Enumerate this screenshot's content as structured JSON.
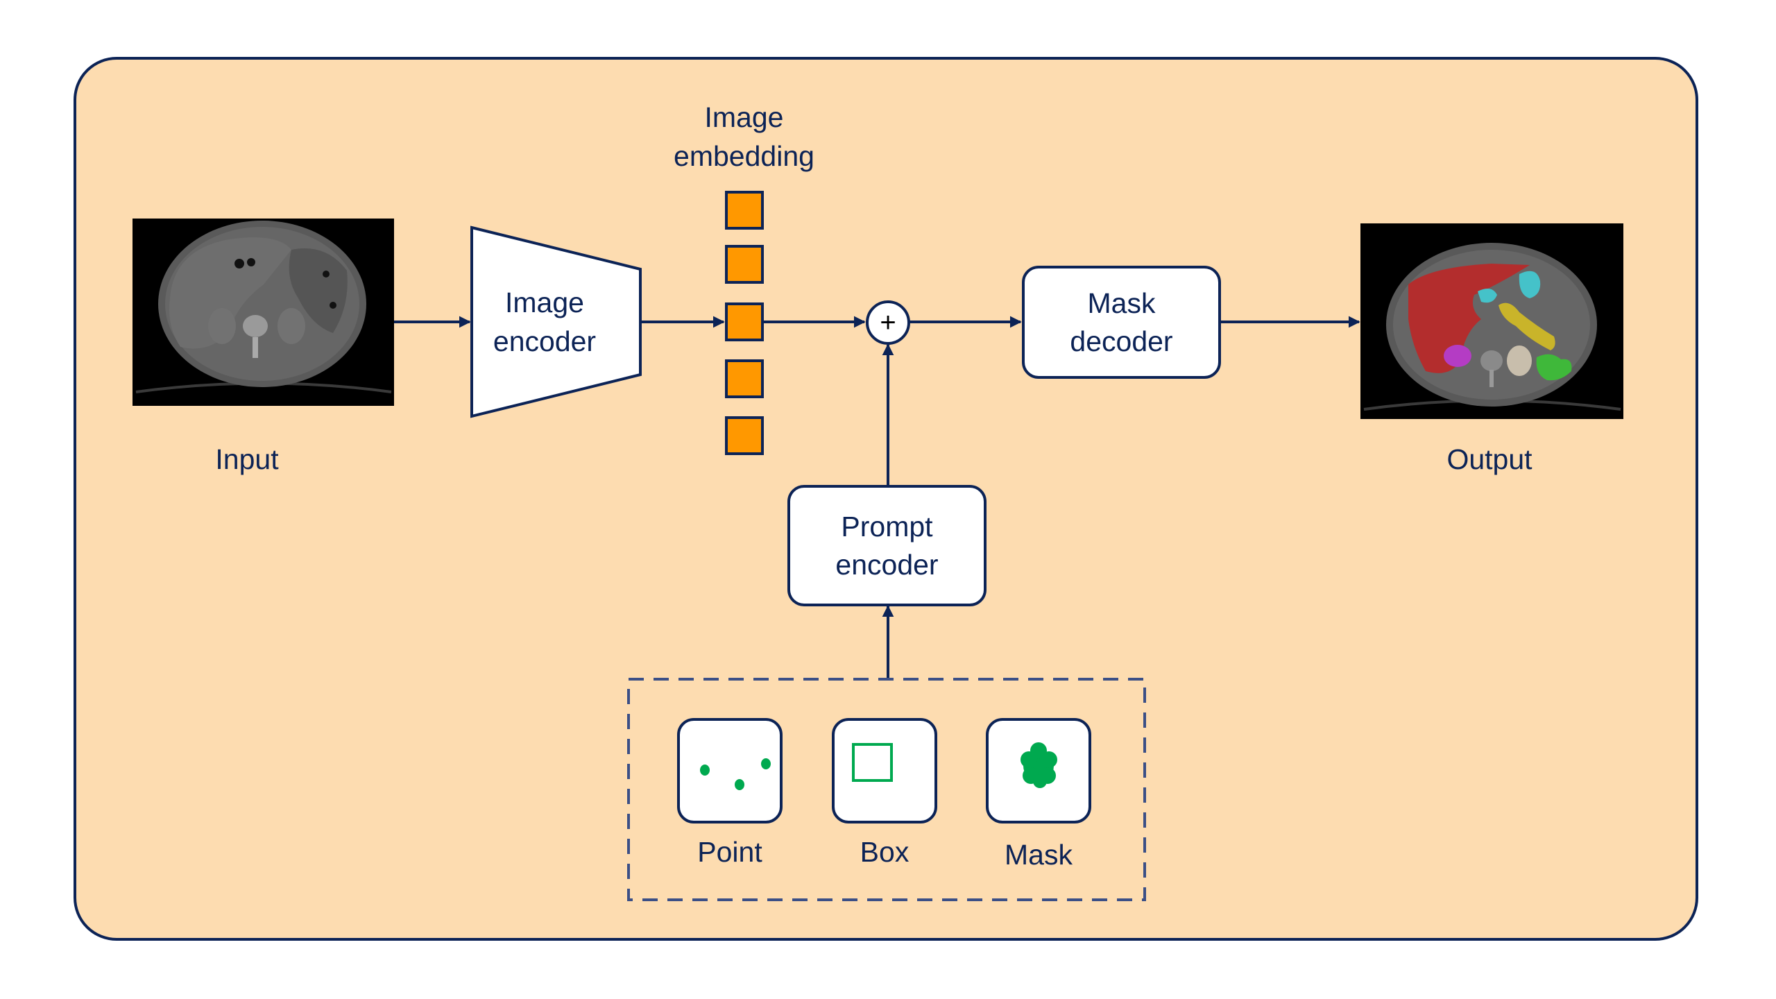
{
  "colors": {
    "frame_bg": "#fddcb0",
    "stroke": "#0c2356",
    "embedding": "#ff9800",
    "prompt_green": "#00a94f",
    "dashed": "#3b4f86"
  },
  "input": {
    "label": "Input",
    "image": "ct-scan-grayscale"
  },
  "image_encoder": {
    "line1": "Image",
    "line2": "encoder"
  },
  "image_embedding": {
    "line1": "Image",
    "line2": "embedding",
    "token_count": 5
  },
  "combine": {
    "symbol": "+"
  },
  "mask_decoder": {
    "line1": "Mask",
    "line2": "decoder"
  },
  "output": {
    "label": "Output",
    "image": "ct-scan-segmented",
    "segments": [
      {
        "organ": "liver",
        "color": "#b32d2d"
      },
      {
        "organ": "stomach",
        "color": "#45c2c9"
      },
      {
        "organ": "pancreas",
        "color": "#c9b42a"
      },
      {
        "organ": "right-kidney",
        "color": "#b43cc4"
      },
      {
        "organ": "left-kidney",
        "color": "#c8beac"
      },
      {
        "organ": "spleen",
        "color": "#3fb83a"
      }
    ]
  },
  "prompt_encoder": {
    "line1": "Prompt",
    "line2": "encoder"
  },
  "prompts": [
    {
      "label": "Point",
      "icon": "points-icon"
    },
    {
      "label": "Box",
      "icon": "box-icon"
    },
    {
      "label": "Mask",
      "icon": "mask-blob-icon"
    }
  ]
}
